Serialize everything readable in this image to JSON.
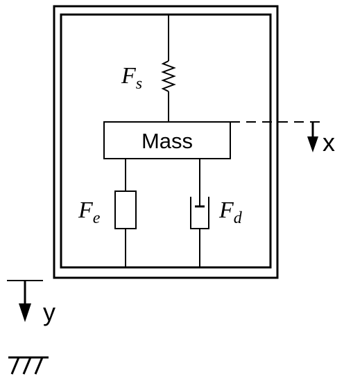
{
  "diagram": {
    "mass_label": "Mass",
    "spring_force": {
      "symbol": "F",
      "subscript": "s"
    },
    "element_force": {
      "symbol": "F",
      "subscript": "e"
    },
    "damper_force": {
      "symbol": "F",
      "subscript": "d"
    },
    "mass_displacement_label": "x",
    "frame_displacement_label": "y"
  },
  "colors": {
    "stroke": "#000000",
    "background": "#ffffff"
  }
}
